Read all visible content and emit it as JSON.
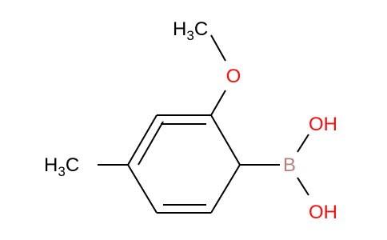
{
  "molecule": {
    "atoms": {
      "methoxy_methyl": {
        "main": "H",
        "sub": "3",
        "tail": "C",
        "color": "#000000"
      },
      "methoxy_oxygen": {
        "text": "O",
        "color": "#ff0d0d"
      },
      "ring_methyl": {
        "main": "H",
        "sub": "3",
        "tail": "C",
        "color": "#000000"
      },
      "boron": {
        "text": "B",
        "color": "#b58080"
      },
      "hydroxyl_top": {
        "text": "OH",
        "color": "#ff0d0d"
      },
      "hydroxyl_bottom": {
        "text": "OH",
        "color": "#ff0d0d"
      }
    }
  }
}
